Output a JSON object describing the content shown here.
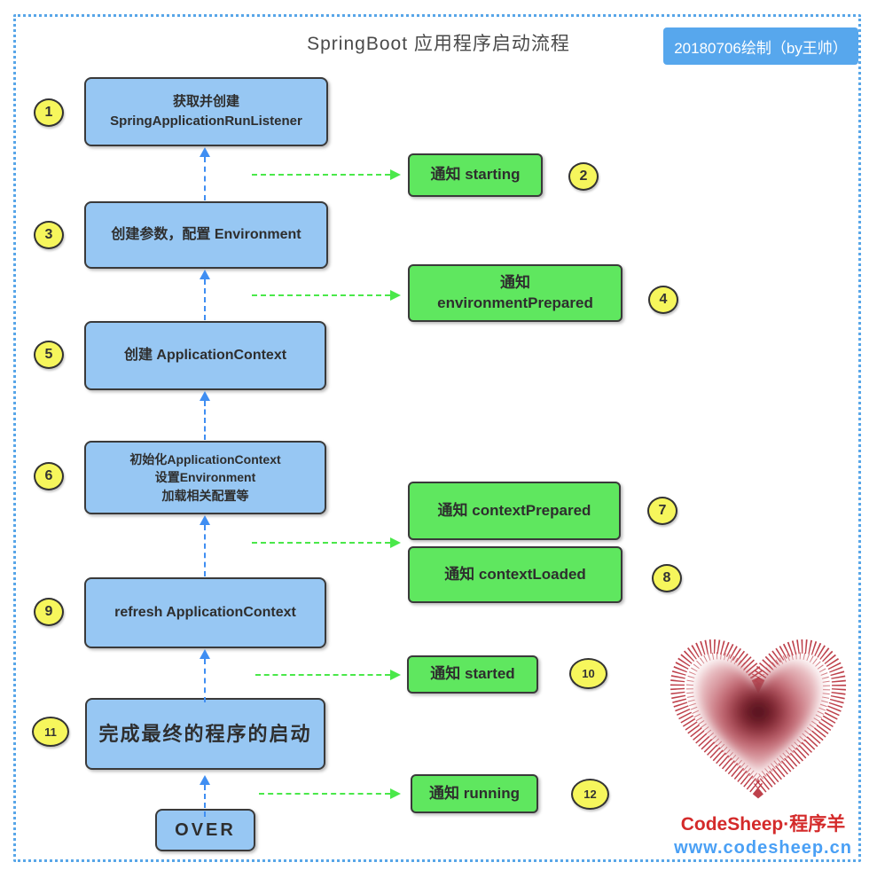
{
  "title": "SpringBoot 应用程序启动流程",
  "badge": "20180706绘制（by王帅）",
  "steps": {
    "s1": {
      "num": "1",
      "line1": "获取并创建",
      "line2": "SpringApplicationRunListener"
    },
    "s3": {
      "num": "3",
      "label": "创建参数，配置 Environment"
    },
    "s5": {
      "num": "5",
      "label": "创建 ApplicationContext"
    },
    "s6": {
      "num": "6",
      "line1": "初始化ApplicationContext",
      "line2": "设置Environment",
      "line3": "加载相关配置等"
    },
    "s9": {
      "num": "9",
      "label": "refresh ApplicationContext"
    },
    "s11": {
      "num": "11",
      "label": "完成最终的程序的启动"
    },
    "over": {
      "label": "OVER"
    }
  },
  "notifications": {
    "n2": {
      "num": "2",
      "label": "通知 starting"
    },
    "n4": {
      "num": "4",
      "line1": "通知",
      "line2": "environmentPrepared"
    },
    "n7": {
      "num": "7",
      "label": "通知 contextPrepared"
    },
    "n8": {
      "num": "8",
      "label": "通知 contextLoaded"
    },
    "n10": {
      "num": "10",
      "label": "通知 started"
    },
    "n12": {
      "num": "12",
      "label": "通知 running"
    }
  },
  "footer": {
    "brand": "CodeSheep·程序羊",
    "url": "www.codesheep.cn"
  },
  "colors": {
    "step_box_fill": "#97c7f3",
    "notification_box_fill": "#5fe75f",
    "number_circle_fill": "#f6f65c",
    "flow_arrow_blue": "#3f8ef2",
    "notify_arrow_green": "#4ae84a",
    "badge_fill": "#57a7ed",
    "border_dotted": "#58a6e8",
    "brand_red": "#d42a2a",
    "url_blue": "#4aa0f5",
    "box_border": "#3a3a3a"
  }
}
